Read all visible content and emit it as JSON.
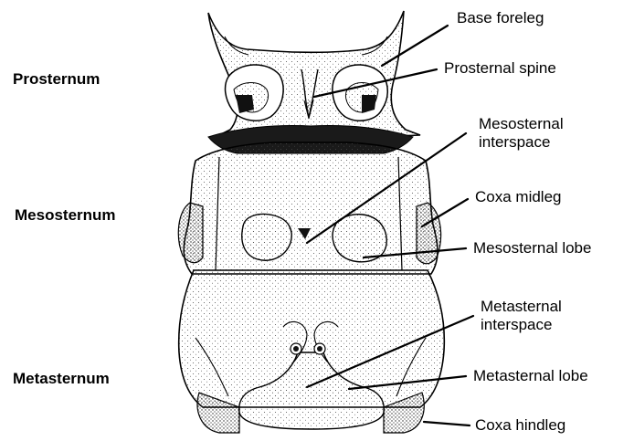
{
  "regions": {
    "prosternum": "Prosternum",
    "mesosternum": "Mesosternum",
    "metasternum": "Metasternum"
  },
  "parts": {
    "base_foreleg": "Base foreleg",
    "prosternal_spine": "Prosternal spine",
    "mesosternal_interspace": "Mesosternal\ninterspace",
    "coxa_midleg": "Coxa midleg",
    "mesosternal_lobe": "Mesosternal lobe",
    "metasternal_interspace": "Metasternal\ninterspace",
    "metasternal_lobe": "Metasternal lobe",
    "coxa_hindleg": "Coxa hindleg"
  },
  "colors": {
    "ink": "#000000",
    "paper": "#ffffff",
    "stipple": "#4a4a4a"
  }
}
